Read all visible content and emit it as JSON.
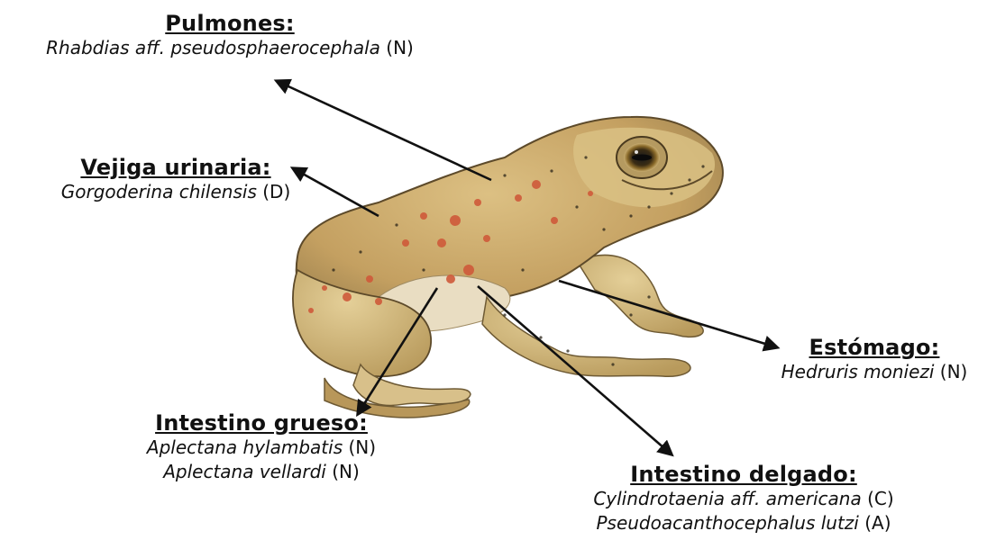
{
  "labels": [
    {
      "id": "pulmones",
      "organ": "Pulmones:",
      "parasites": [
        {
          "name": "Rhabdias  aff. pseudosphaerocephala",
          "code": "(N)"
        }
      ]
    },
    {
      "id": "vejiga",
      "organ": "Vejiga urinaria:",
      "parasites": [
        {
          "name": "Gorgoderina chilensis",
          "code": "(D)"
        }
      ]
    },
    {
      "id": "estomago",
      "organ": "Estómago:",
      "parasites": [
        {
          "name": "Hedruris moniezi",
          "code": "(N)"
        }
      ]
    },
    {
      "id": "grueso",
      "organ": "Intestino grueso:",
      "parasites": [
        {
          "name": "Aplectana hylambatis",
          "code": "(N)"
        },
        {
          "name": "Aplectana vellardi",
          "code": "(N)"
        }
      ]
    },
    {
      "id": "delgado",
      "organ": "Intestino delgado:",
      "parasites": [
        {
          "name": "Cylindrotaenia  aff. americana",
          "code": "(C)"
        },
        {
          "name": "Pseudoacanthocephalus lutzi",
          "code": "(A)"
        }
      ]
    }
  ],
  "colors": {
    "arrow": "#111111",
    "toad_body": "#c9a464",
    "toad_belly": "#e8dcc0",
    "toad_spot": "#cf5a3a",
    "toad_dot": "#2a2418"
  }
}
